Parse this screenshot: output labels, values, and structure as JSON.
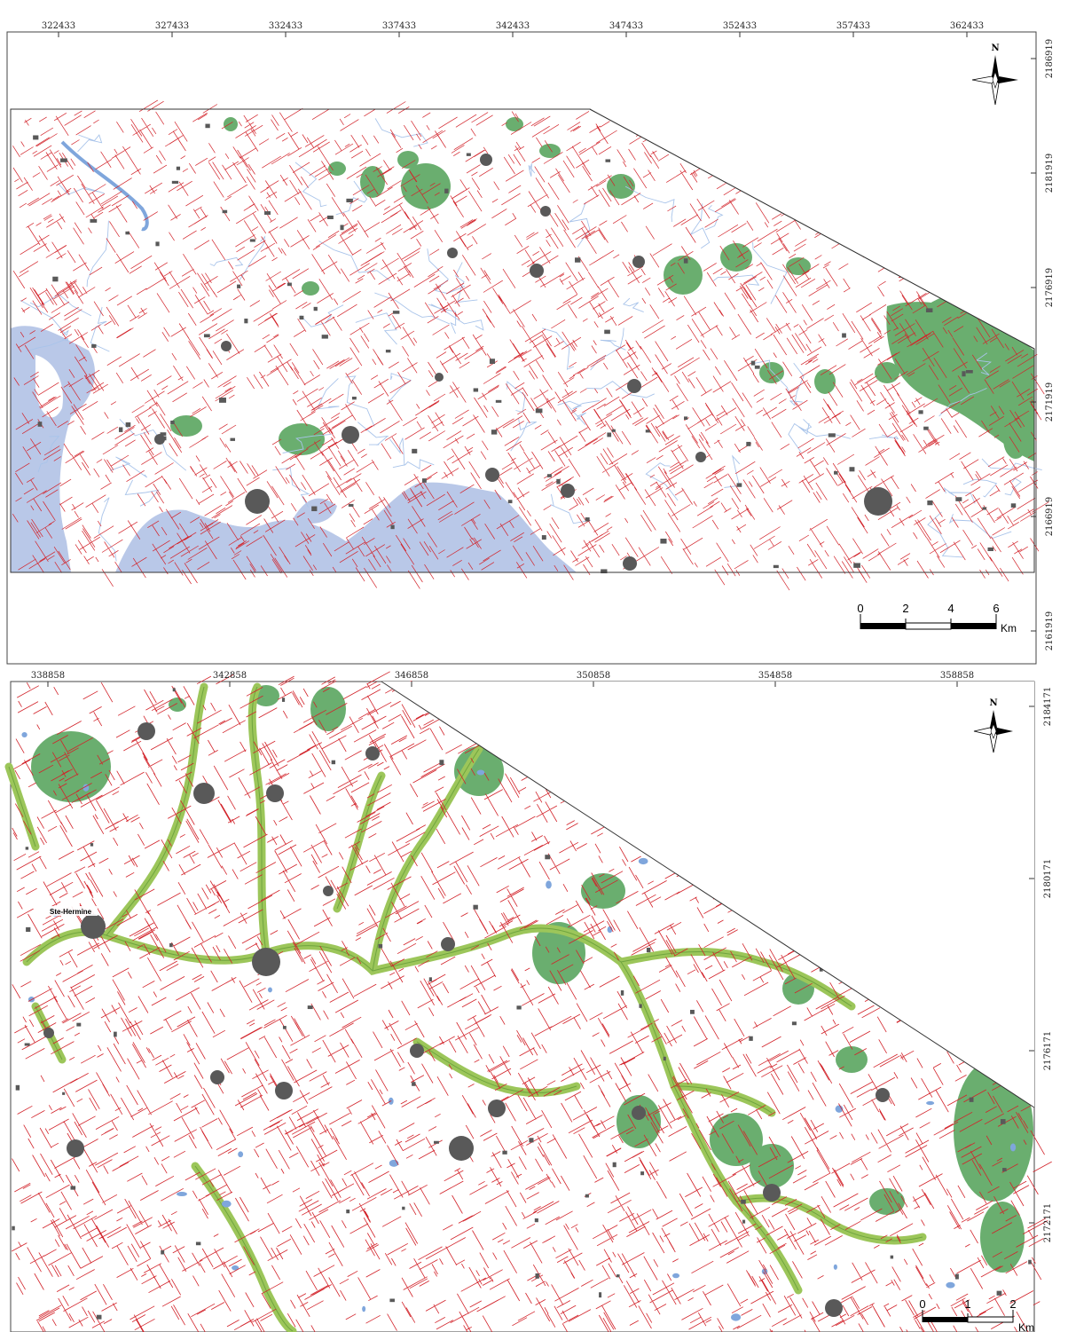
{
  "map1": {
    "x_ticks": [
      "322433",
      "327433",
      "332433",
      "337433",
      "342433",
      "347433",
      "352433",
      "357433",
      "362433"
    ],
    "y_ticks": [
      "2186919",
      "2181919",
      "2176919",
      "2171919",
      "2166919",
      "2161919"
    ],
    "north_label": "N",
    "scale": {
      "labels": [
        "0",
        "2",
        "4",
        "6"
      ],
      "unit": "Km"
    }
  },
  "map2": {
    "x_ticks": [
      "338858",
      "342858",
      "346858",
      "350858",
      "354858",
      "358858"
    ],
    "y_ticks": [
      "2184171",
      "2180171",
      "2176171",
      "2172171"
    ],
    "north_label": "N",
    "place_label": "Ste-Hermine",
    "scale": {
      "labels": [
        "0",
        "1",
        "2"
      ],
      "unit": "Km"
    }
  },
  "colors": {
    "roads": "#d2232a",
    "forest": "#6aae6f",
    "urban": "#595959",
    "water_large": "#b9c8e8",
    "rivers": "#7fa6dc",
    "riparian": "#9cc65a"
  },
  "icons": [
    "north-arrow-icon",
    "scale-bar"
  ]
}
